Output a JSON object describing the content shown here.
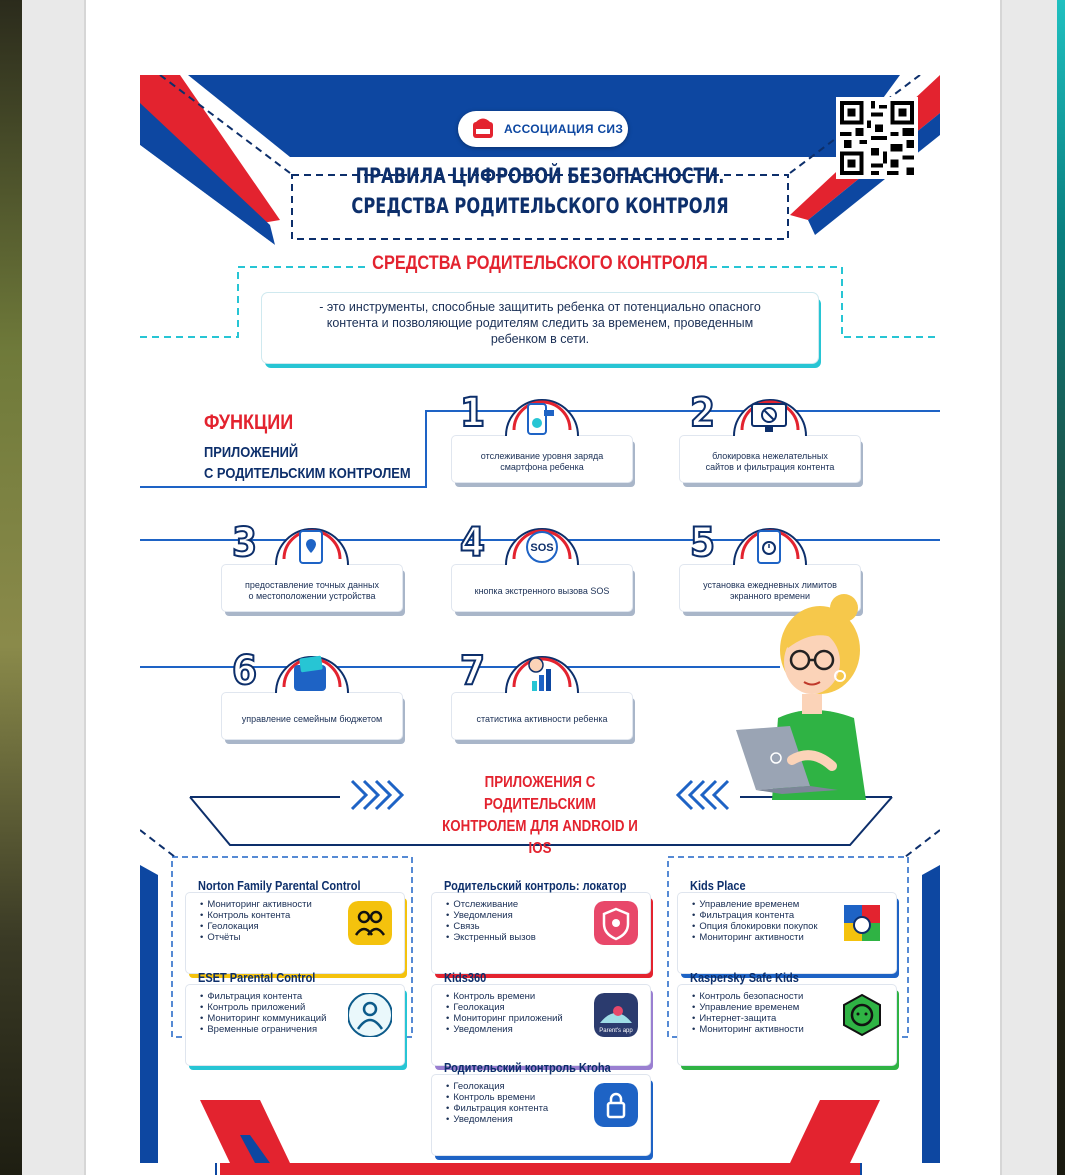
{
  "header": {
    "logo_text": "АССОЦИАЦИЯ СИЗ",
    "title_line1": "ПРАВИЛА ЦИФРОВОЙ БЕЗОПАСНОСТИ.",
    "title_line2": "СРЕДСТВА РОДИТЕЛЬСКОГО КОНТРОЛЯ"
  },
  "definition": {
    "title": "СРЕДСТВА РОДИТЕЛЬСКОГО КОНТРОЛЯ",
    "line1": "- это инструменты, способные защитить ребенка от потенциально опасного",
    "line2": "контента и позволяющие родителям следить за временем, проведенным",
    "line3": "ребенком в сети."
  },
  "functions": {
    "title1": "ФУНКЦИИ",
    "title2": "ПРИЛОЖЕНИЙ",
    "title3": "С РОДИТЕЛЬСКИМ КОНТРОЛЕМ",
    "items": [
      {
        "num": "1",
        "line1": "отслеживание уровня заряда",
        "line2": "смартфона ребенка"
      },
      {
        "num": "2",
        "line1": "блокировка нежелательных",
        "line2": "сайтов и фильтрация контента"
      },
      {
        "num": "3",
        "line1": "предоставление точных данных",
        "line2": "о местоположении устройства"
      },
      {
        "num": "4",
        "line1": "кнопка экстренного вызова SOS",
        "line2": ""
      },
      {
        "num": "5",
        "line1": "установка ежедневных лимитов",
        "line2": "экранного времени"
      },
      {
        "num": "6",
        "line1": "управление семейным бюджетом",
        "line2": ""
      },
      {
        "num": "7",
        "line1": "статистика активности ребенка",
        "line2": ""
      }
    ],
    "sos_label": "SOS"
  },
  "apps_title": {
    "line1": "ПРИЛОЖЕНИЯ С РОДИТЕЛЬСКИМ",
    "line2": "КОНТРОЛЕМ ДЛЯ ANDROID И IOS"
  },
  "apps": [
    {
      "name": "Norton Family Parental Control",
      "features": [
        "Мониторинг активности",
        "Контроль контента",
        "Геолокация",
        "Отчёты"
      ],
      "accent": "#f4c20d"
    },
    {
      "name": "Родительский контроль: локатор",
      "features": [
        "Отслеживание",
        "Уведомления",
        "Связь",
        "Экстренный вызов"
      ],
      "accent": "#e3232f"
    },
    {
      "name": "Kids Place",
      "features": [
        "Управление временем",
        "Фильтрация контента",
        "Опция блокировки покупок",
        "Мониторинг активности"
      ],
      "accent": "#1e63c5"
    },
    {
      "name": "ESET Parental Control",
      "features": [
        "Фильтрация контента",
        "Контроль приложений",
        "Мониторинг коммуникаций",
        "Временные ограничения"
      ],
      "accent": "#27c5d4"
    },
    {
      "name": "Kids360",
      "features": [
        "Контроль времени",
        "Геолокация",
        "Мониторинг приложений",
        "Уведомления"
      ],
      "accent": "#9a7fd1"
    },
    {
      "name": "Kaspersky Safe Kids",
      "features": [
        "Контроль безопасности",
        "Управление временем",
        "Интернет-защита",
        "Мониторинг активности"
      ],
      "accent": "#2fb344"
    },
    {
      "name": "Родительский контроль Kroha",
      "features": [
        "Геолокация",
        "Контроль времени",
        "Фильтрация контента",
        "Уведомления"
      ],
      "accent": "#1e63c5"
    }
  ],
  "kids360_badge": "Parent's app",
  "colors": {
    "blue": "#0d47a1",
    "red": "#e3232f",
    "navy": "#0d2f6b",
    "cyan": "#27c5d4"
  }
}
